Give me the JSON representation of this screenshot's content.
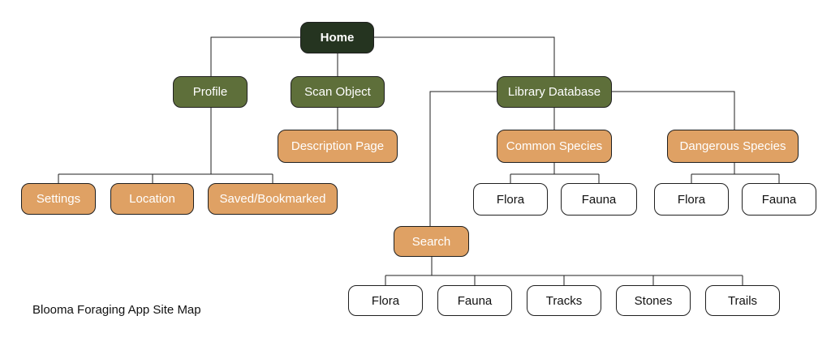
{
  "caption": "Blooma Foraging App Site Map",
  "colors": {
    "root": "#253420",
    "primary": "#5e6f3a",
    "secondary": "#dfa164",
    "leaf": "#ffffff",
    "line": "#1f1f1f"
  },
  "nodes": {
    "home": "Home",
    "profile": "Profile",
    "scan_object": "Scan Object",
    "library_database": "Library Database",
    "description_page": "Description Page",
    "common_species": "Common Species",
    "dangerous_species": "Dangerous Species",
    "settings": "Settings",
    "location": "Location",
    "saved_bookmarked": "Saved/Bookmarked",
    "common_flora": "Flora",
    "common_fauna": "Fauna",
    "dangerous_flora": "Flora",
    "dangerous_fauna": "Fauna",
    "search": "Search",
    "search_flora": "Flora",
    "search_fauna": "Fauna",
    "search_tracks": "Tracks",
    "search_stones": "Stones",
    "search_trails": "Trails"
  },
  "edges": [
    [
      "home",
      "profile"
    ],
    [
      "home",
      "scan_object"
    ],
    [
      "home",
      "library_database"
    ],
    [
      "profile",
      "settings"
    ],
    [
      "profile",
      "location"
    ],
    [
      "profile",
      "saved_bookmarked"
    ],
    [
      "scan_object",
      "description_page"
    ],
    [
      "library_database",
      "common_species"
    ],
    [
      "library_database",
      "dangerous_species"
    ],
    [
      "library_database",
      "search"
    ],
    [
      "common_species",
      "common_flora"
    ],
    [
      "common_species",
      "common_fauna"
    ],
    [
      "dangerous_species",
      "dangerous_flora"
    ],
    [
      "dangerous_species",
      "dangerous_fauna"
    ],
    [
      "search",
      "search_flora"
    ],
    [
      "search",
      "search_fauna"
    ],
    [
      "search",
      "search_tracks"
    ],
    [
      "search",
      "search_stones"
    ],
    [
      "search",
      "search_trails"
    ]
  ]
}
